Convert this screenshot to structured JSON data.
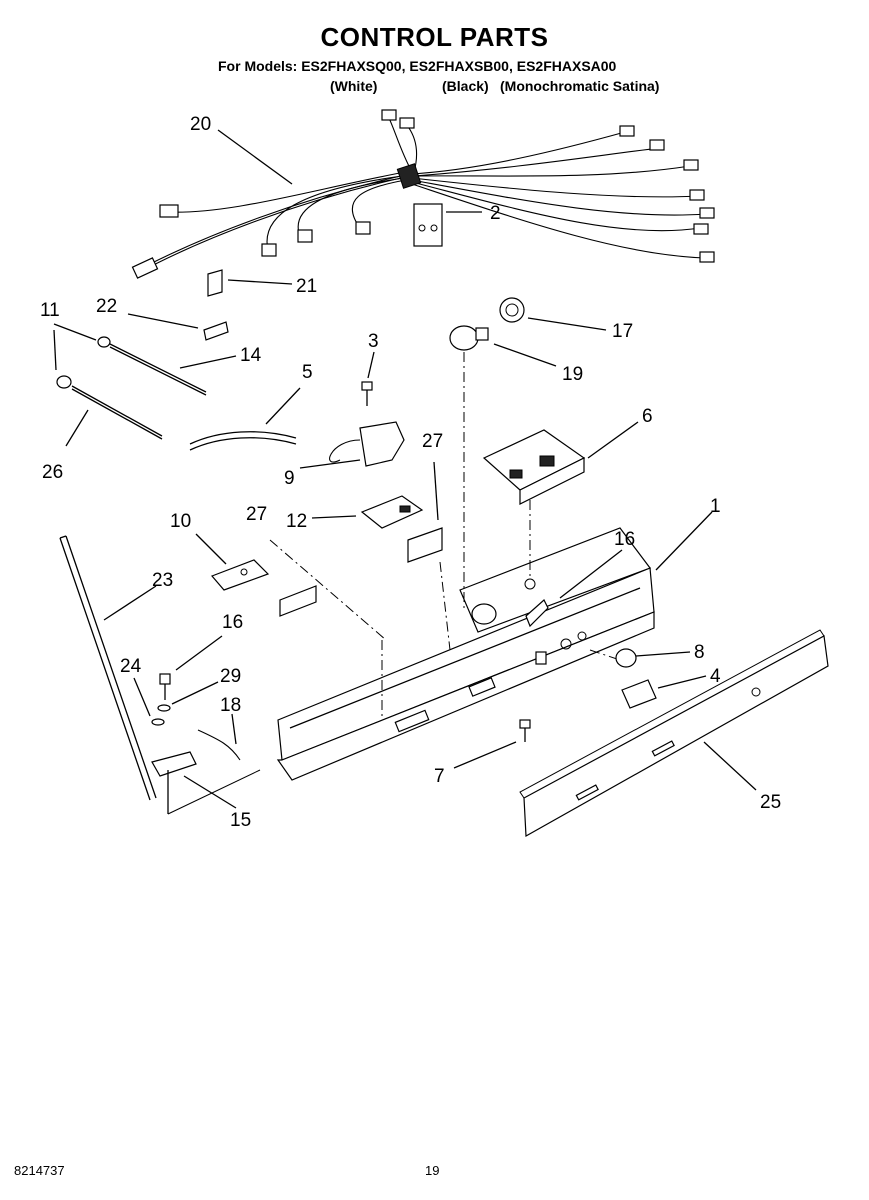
{
  "header": {
    "title": "CONTROL PARTS",
    "models_line": "For Models: ES2FHAXSQ00, ES2FHAXSB00, ES2FHAXSA00",
    "variants": [
      "(White)",
      "(Black)",
      "(Monochromatic Satina)"
    ]
  },
  "callouts": [
    "20",
    "2",
    "21",
    "11",
    "22",
    "14",
    "3",
    "17",
    "19",
    "5",
    "6",
    "26",
    "9",
    "27",
    "27",
    "12",
    "10",
    "1",
    "16",
    "23",
    "16",
    "8",
    "29",
    "24",
    "4",
    "18",
    "7",
    "25",
    "15"
  ],
  "footer": {
    "doc_number": "8214737",
    "page_number": "19"
  }
}
